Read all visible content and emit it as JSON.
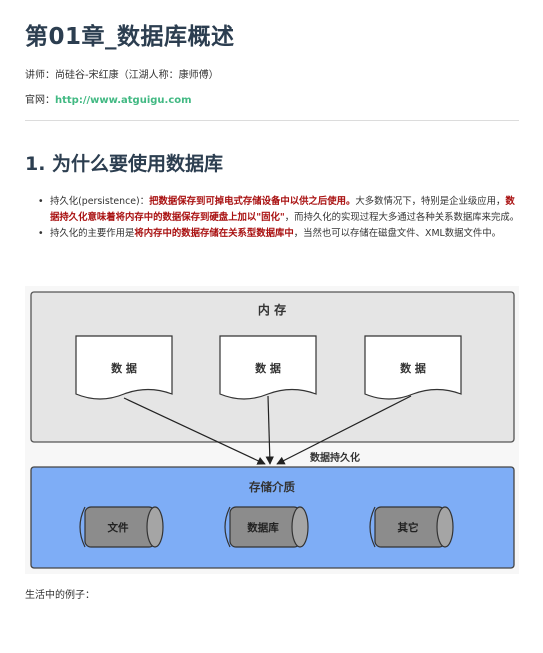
{
  "title": "第01章_数据库概述",
  "meta": {
    "lecturer_label": "讲师：",
    "lecturer": "尚硅谷-宋红康（江湖人称：康师傅）",
    "site_label": "官网：",
    "site_url": "http://www.atguigu.com"
  },
  "section": {
    "heading": "1. 为什么要使用数据库"
  },
  "bullets": [
    {
      "p1": "持久化(persistence)：",
      "p2": "把数据保存到可掉电式存储设备中以供之后使用。",
      "p3": "大多数情况下，特别是企业级应用，",
      "p4": "数据持久化意味着将内存中的数据保存到硬盘上加以\"固化\"",
      "p5": "，而持久化的实现过程大多通过各种关系数据库来完成。"
    },
    {
      "p1": "持久化的主要作用是",
      "p2": "将内存中的数据存储在关系型数据库中",
      "p3": "，当然也可以存储在磁盘文件、XML数据文件中。"
    }
  ],
  "diagram": {
    "memory_label": "内 存",
    "data_doc_label": "数 据",
    "persist_label": "数据持久化",
    "storage_label": "存储介质",
    "cylinders": [
      "文件",
      "数据库",
      "其它"
    ],
    "colors": {
      "memory_bg": "#e5e5e5",
      "storage_bg": "#7eadf6",
      "cylinder": "#8c8c8c"
    }
  },
  "footer_text": "生活中的例子："
}
